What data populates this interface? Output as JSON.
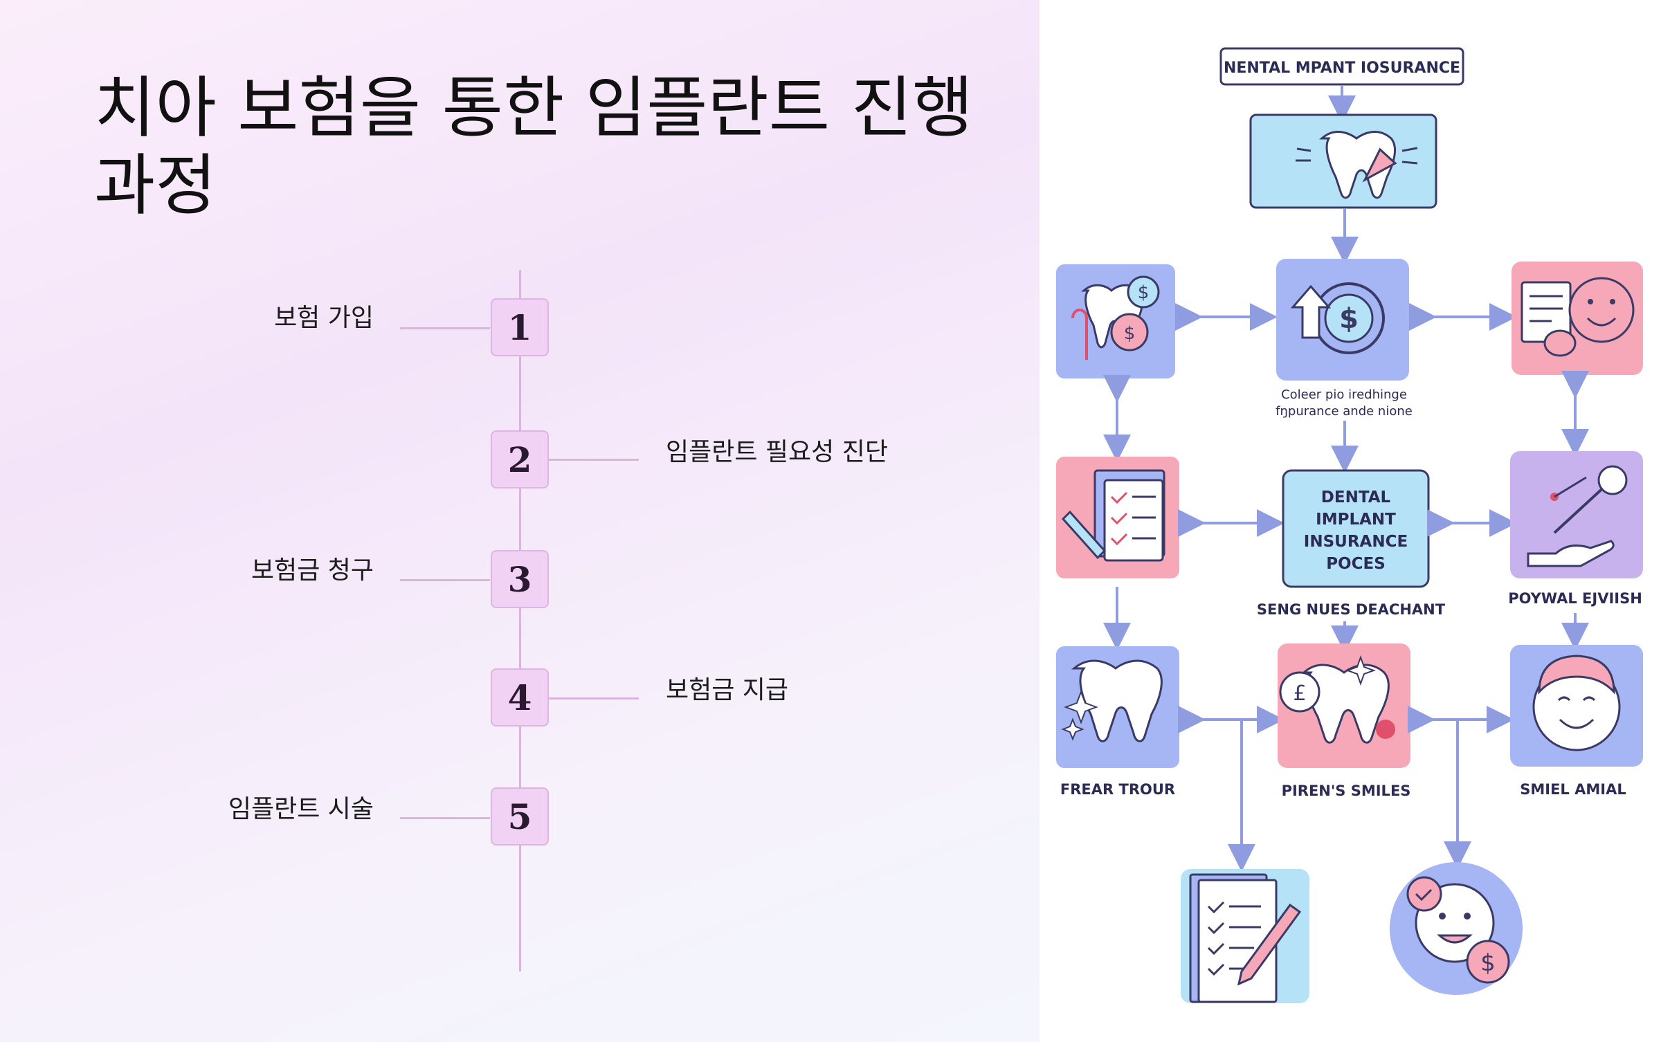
{
  "slide": {
    "title": "치아 보험을 통한 임플란트 진행 과정",
    "steps": [
      {
        "number": "1",
        "label": "보험 가입"
      },
      {
        "number": "2",
        "label": "임플란트 필요성 진단"
      },
      {
        "number": "3",
        "label": "보험금 청구"
      },
      {
        "number": "4",
        "label": "보험금 지급"
      },
      {
        "number": "5",
        "label": "임플란트 시술"
      }
    ]
  },
  "infographic": {
    "header": "NENTAL MPANT IOSURANCE",
    "caption_top_line1": "Coleer pio iredhinge",
    "caption_top_line2": "fŋpurance ande nione",
    "center_line1": "DENTAL",
    "center_line2": "IMPLANT",
    "center_line3": "INSURANCE",
    "center_line4": "POCES",
    "caption_center": "SENG NUES DEACHANT",
    "caption_right_mid": "POYWAL EJVIISH",
    "caption_left_bottom": "FREAR TROUR",
    "caption_center_bottom": "PIREN'S SMILES",
    "caption_right_bottom": "SMIEL AMIAL"
  },
  "colors": {
    "blue": "#a6b6f5",
    "lightblue": "#b6e2f7",
    "pink": "#f7a8b8",
    "lavender": "#c8b2ee",
    "outline": "#3a3a66",
    "arrow": "#8f9de0"
  }
}
